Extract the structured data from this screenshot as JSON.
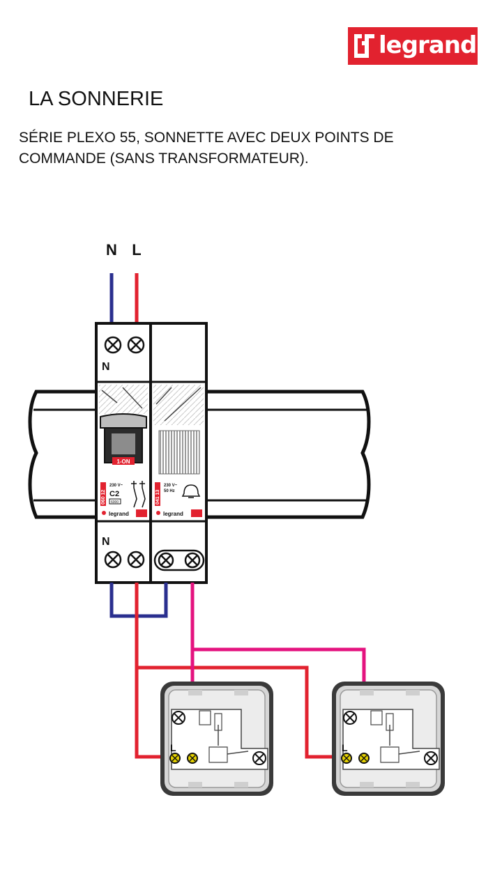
{
  "brand": {
    "name": "legrand",
    "color": "#e2222f"
  },
  "header": {
    "title": "LA SONNERIE",
    "subtitle": "SÉRIE PLEXO 55, SONNETTE AVEC DEUX POINTS DE COMMANDE (SANS TRANSFORMATEUR)."
  },
  "diagram": {
    "supply": {
      "neutral_label": "N",
      "live_label": "L"
    },
    "breaker": {
      "neutral_top_label": "N",
      "neutral_bottom_label": "N",
      "ref": "060 12",
      "rating": "C2",
      "voltage": "230 V~",
      "code": "6000",
      "state": "1-ON",
      "brand": "legrand"
    },
    "bell": {
      "ref": "041 13",
      "voltage": "230 V~",
      "frequency": "50 Hz",
      "brand": "legrand"
    },
    "switches": [
      {
        "terminal_label": "L"
      },
      {
        "terminal_label": "L"
      }
    ],
    "wire_colors": {
      "neutral": "#2a2f8f",
      "live": "#e2222f",
      "switched": "#e4137f"
    }
  }
}
